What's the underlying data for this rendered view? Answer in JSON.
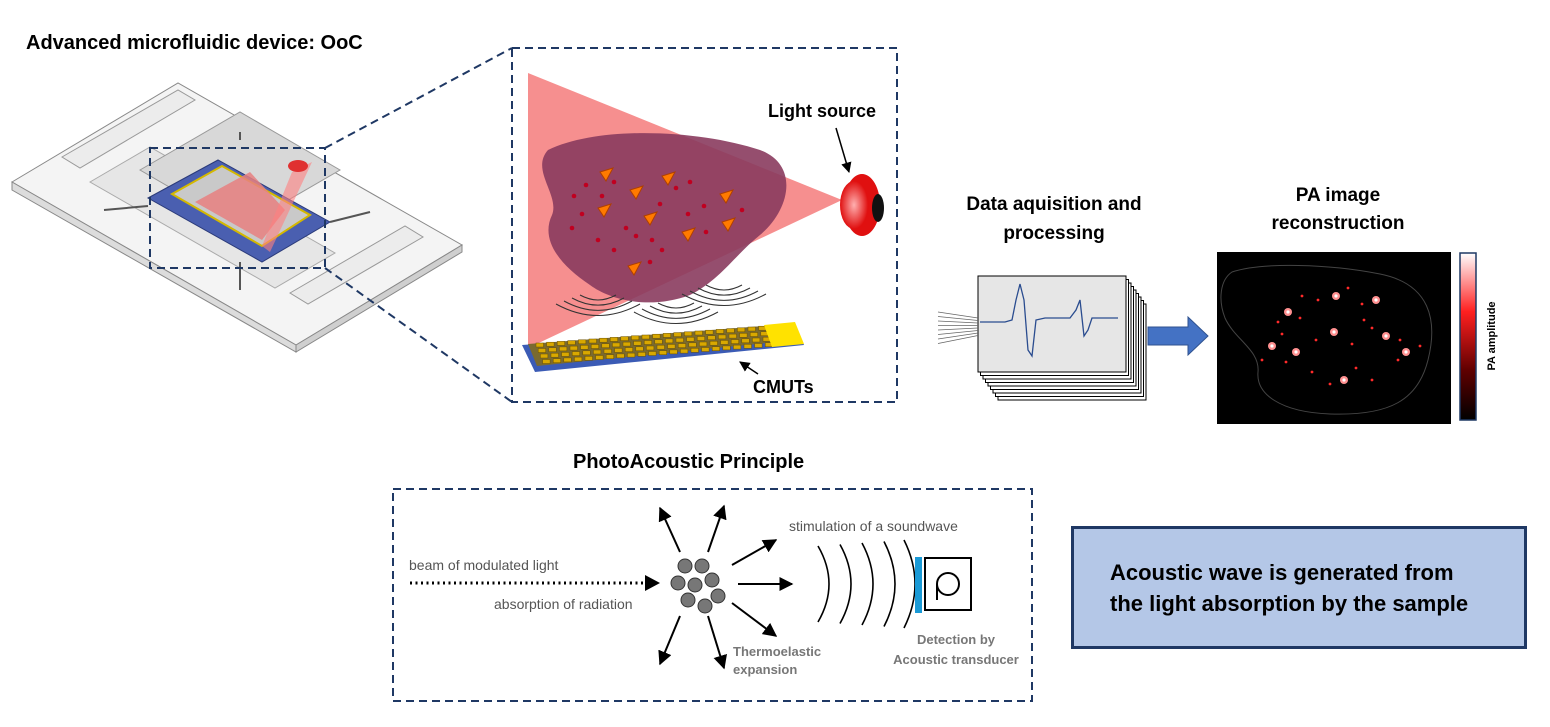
{
  "titles": {
    "device": "Advanced microfluidic device: OoC",
    "data_acq": [
      "Data aquisition and",
      "processing"
    ],
    "pa_image": [
      "PA image",
      "reconstruction"
    ],
    "principle": "PhotoAcoustic Principle"
  },
  "zoom_labels": {
    "light_source": "Light source",
    "cmuts": "CMUTs"
  },
  "colorbar_label": "PA amplitude",
  "principle_labels": {
    "beam": "beam of modulated light",
    "absorption": "absorption of radiation",
    "stimulation": "stimulation of a soundwave",
    "thermo": [
      "Thermoelastic",
      "expansion"
    ],
    "detection": [
      "Detection by",
      "Acoustic transducer"
    ]
  },
  "note": {
    "text": [
      "Acoustic wave is generated from",
      "the light absorption by the sample"
    ]
  },
  "colors": {
    "dashed_frame": "#1f3864",
    "light_cone": "#f47b7b",
    "tissue": "#8a3b5e",
    "cmut_gold": "#d9a800",
    "cmut_base": "#3b5bb5",
    "arrow_blue": "#4472c4",
    "note_fill": "#b4c7e7",
    "pa_red": "#ff3030",
    "detector_blue": "#1a9ad6"
  },
  "icons": [
    "light-source-icon",
    "cmut-array-icon",
    "transducer-icon",
    "signal-stack-icon"
  ]
}
